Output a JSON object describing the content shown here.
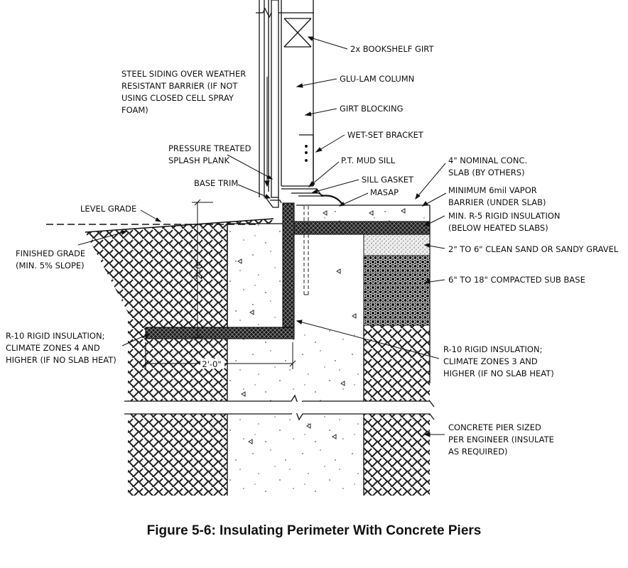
{
  "caption": "Figure 5-6: Insulating Perimeter With Concrete Piers",
  "labels": {
    "bookshelf_girt": "2x BOOKSHELF GIRT",
    "steel_siding": [
      "STEEL SIDING OVER WEATHER",
      "RESISTANT BARRIER (IF NOT",
      "USING CLOSED CELL SPRAY",
      "FOAM)"
    ],
    "glulam_column": "GLU-LAM COLUMN",
    "girt_blocking": "GIRT BLOCKING",
    "wet_set_bracket": "WET-SET BRACKET",
    "splash_plank": [
      "PRESSURE TREATED",
      "SPLASH PLANK"
    ],
    "mud_sill": "P.T. MUD SILL",
    "slab": [
      "4\" NOMINAL CONC.",
      "SLAB (BY OTHERS)"
    ],
    "base_trim": "BASE TRIM",
    "sill_gasket": "SILL GASKET",
    "masap": "MASAP",
    "vapor_barrier": [
      "MINIMUM 6mil VAPOR",
      "BARRIER (UNDER SLAB)"
    ],
    "level_grade": "LEVEL GRADE",
    "rigid_r5": [
      "MIN. R-5 RIGID INSULATION",
      "(BELOW HEATED SLABS)"
    ],
    "sand": "2\" TO 6\" CLEAN SAND OR SANDY GRAVEL",
    "finished_grade": [
      "FINISHED GRADE",
      "(MIN. 5% SLOPE)"
    ],
    "sub_base": "6\" TO 18\" COMPACTED SUB BASE",
    "r10_zone4": [
      "R-10 RIGID INSULATION;",
      "CLIMATE ZONES 4 AND",
      "HIGHER (IF NO SLAB HEAT)"
    ],
    "r10_zone3": [
      "R-10 RIGID INSULATION;",
      "CLIMATE ZONES 3 AND",
      "HIGHER (IF NO SLAB HEAT)"
    ],
    "pier": [
      "CONCRETE PIER SIZED",
      "PER ENGINEER (INSULATE",
      "AS REQUIRED)"
    ],
    "dim_vertical": "2'-0\"",
    "dim_horizontal": "2'-0\""
  }
}
